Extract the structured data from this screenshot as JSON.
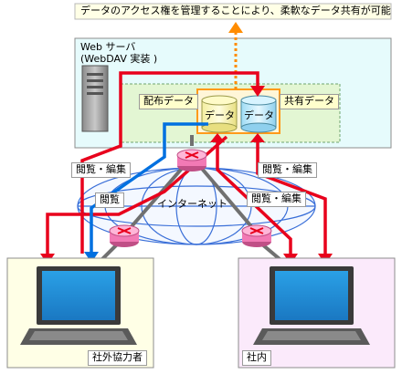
{
  "banner": "データのアクセス権を管理することにより、柔軟なデータ共有が可能",
  "web_server": {
    "title_line1": "Web サーバ",
    "title_line2": "(WebDAV 実装 )"
  },
  "distributed_data_label": "配布データ",
  "shared_data_label": "共有データ",
  "cylinder_label_1": "データ",
  "cylinder_label_2": "データ",
  "internet_label": "インターネット",
  "access_labels": {
    "left_upper": "閲覧・編集",
    "left_lower": "閲覧",
    "right_upper": "閲覧・編集",
    "right_lower": "閲覧・編集"
  },
  "partner_label": "社外協力者",
  "internal_label": "社内",
  "colors": {
    "red_arrow": "#e8001c",
    "blue_arrow": "#0070e0",
    "orange_arrow": "#ff8c00",
    "server_bg": "#e6fbfc",
    "data_area_bg": "#e3f6d3",
    "partner_bg": "#ffffe6",
    "internal_bg": "#fbeafb",
    "router": "#f27ab5",
    "screen": "#1f8fd6"
  }
}
